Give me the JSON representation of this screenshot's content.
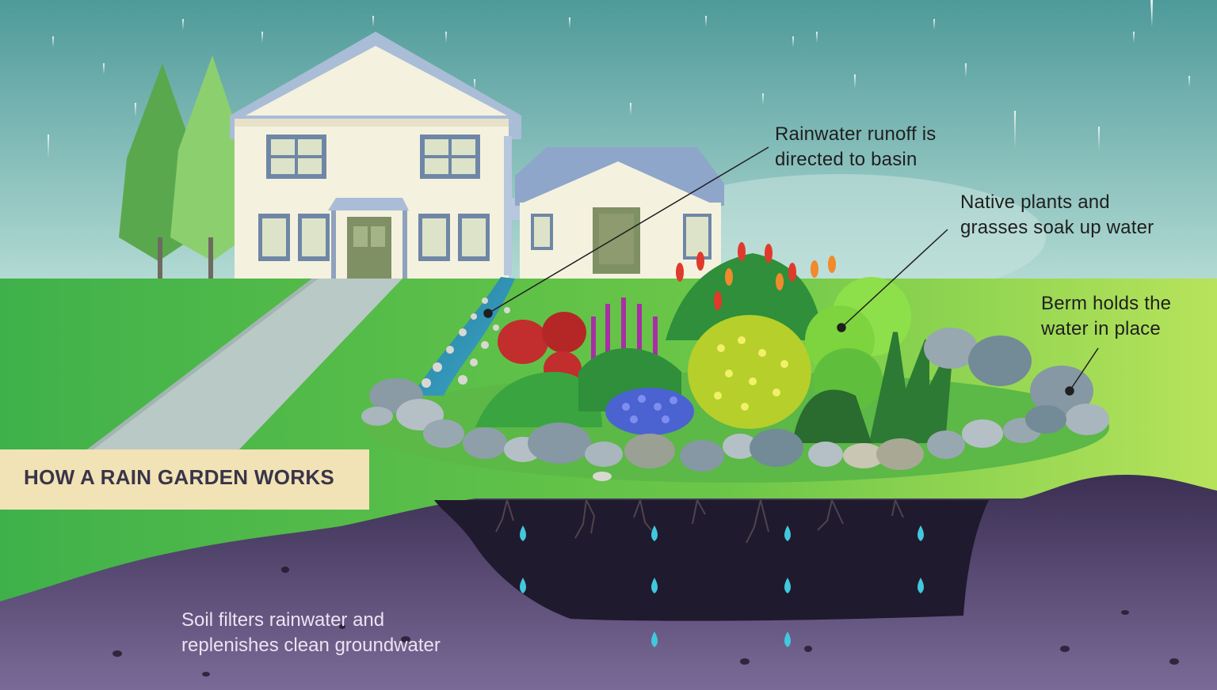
{
  "title": "HOW A RAIN GARDEN WORKS",
  "callouts": {
    "runoff": [
      "Rainwater runoff is",
      "directed to basin"
    ],
    "plants": [
      "Native plants and",
      "grasses soak up water"
    ],
    "berm": [
      "Berm holds the",
      "water in place"
    ],
    "soil": [
      "Soil filters rainwater and",
      "replenishes clean groundwater"
    ]
  },
  "colors": {
    "sky_top": "#4e9a9a",
    "sky_bottom": "#a9d3cc",
    "grass": "#4fb84a",
    "grass_light": "#a6dc57",
    "soil": "#3b2f52",
    "soil_dark": "#231c33",
    "water": "#3ec9dc",
    "title_bg": "#f1e3b6"
  }
}
